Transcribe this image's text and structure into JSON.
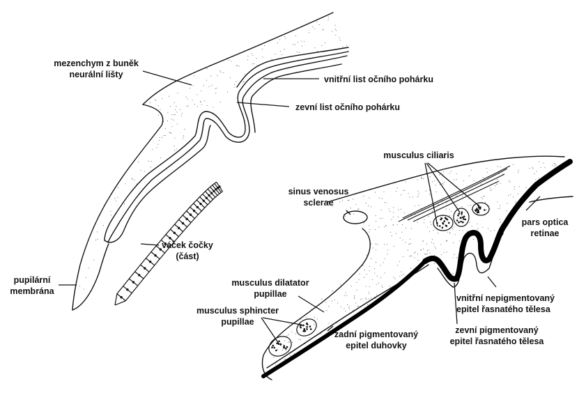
{
  "labels": {
    "mezenchym": "mezenchym z buněk\nneurální lišty",
    "vnitrni_list": "vnitřní list očního pohárku",
    "zevni_list": "zevní list očního pohárku",
    "musculus_ciliaris": "musculus ciliaris",
    "sinus_venosus": "sinus venosus\nsclerae",
    "pars_optica": "pars optica\nretinae",
    "pupilarni_membrana": "pupilární\nmembrána",
    "vacek_cocky": "váček čočky\n(část)",
    "musculus_dilatator": "musculus dilatator\npupillae",
    "musculus_sphincter": "musculus sphincter\npupillae",
    "vnitrni_nepigmentovany": "vnitřní nepigmentovaný\nepitel řasnatého tělesa",
    "zadni_pigmentovany": "zadní pigmentovaný\nepitel duhovky",
    "zevni_pigmentovany": "zevní pigmentovaný\nepitel řasnatého tělesa"
  },
  "colors": {
    "line": "#111111",
    "pigment": "#000000",
    "stipple": "#555555",
    "background": "#ffffff"
  }
}
